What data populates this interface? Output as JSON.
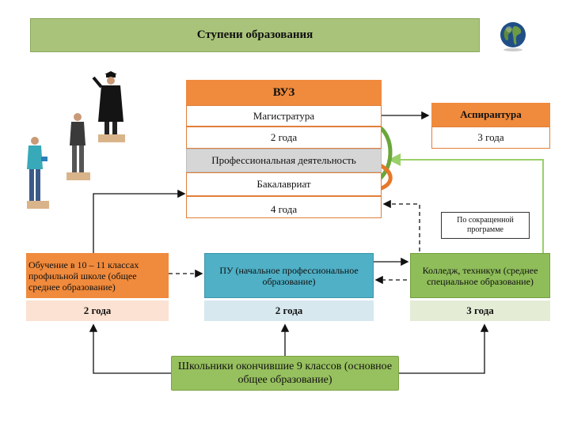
{
  "title": "Ступени образования",
  "vuz": {
    "header": "ВУЗ",
    "magistratura": "Магистратура",
    "magistratura_years": "2 года",
    "prof_activity": "Профессиональная деятельность",
    "bakalavriat": "Бакалавриат",
    "bakalavriat_years": "4 года"
  },
  "aspirantura": {
    "label": "Аспирантура",
    "years": "3 года"
  },
  "shortened_note": "По сокращенной программе",
  "school_10_11": {
    "label": "Обучение в 10 – 11 классах профильной школе (общее среднее образование)",
    "years": "2 года"
  },
  "pu": {
    "label": "ПУ (начальное профессиональное образование)",
    "years": "2 года"
  },
  "college": {
    "label": "Колледж, техникум (среднее специальное образование)",
    "years": "3 года"
  },
  "graduates_9": "Школьники окончившие 9 классов (основное общее образование)",
  "colors": {
    "title_bg": "#a9c47a",
    "orange": "#f08a3c",
    "blue": "#4fb0c6",
    "green_box": "#97c05f",
    "arrow_green": "#6aa63a",
    "arrow_orange": "#e6782a",
    "feedback_green": "#9ad06a"
  },
  "icons": [
    "globe-icon",
    "graduate-figure",
    "student-figure",
    "schoolboy-figure"
  ]
}
